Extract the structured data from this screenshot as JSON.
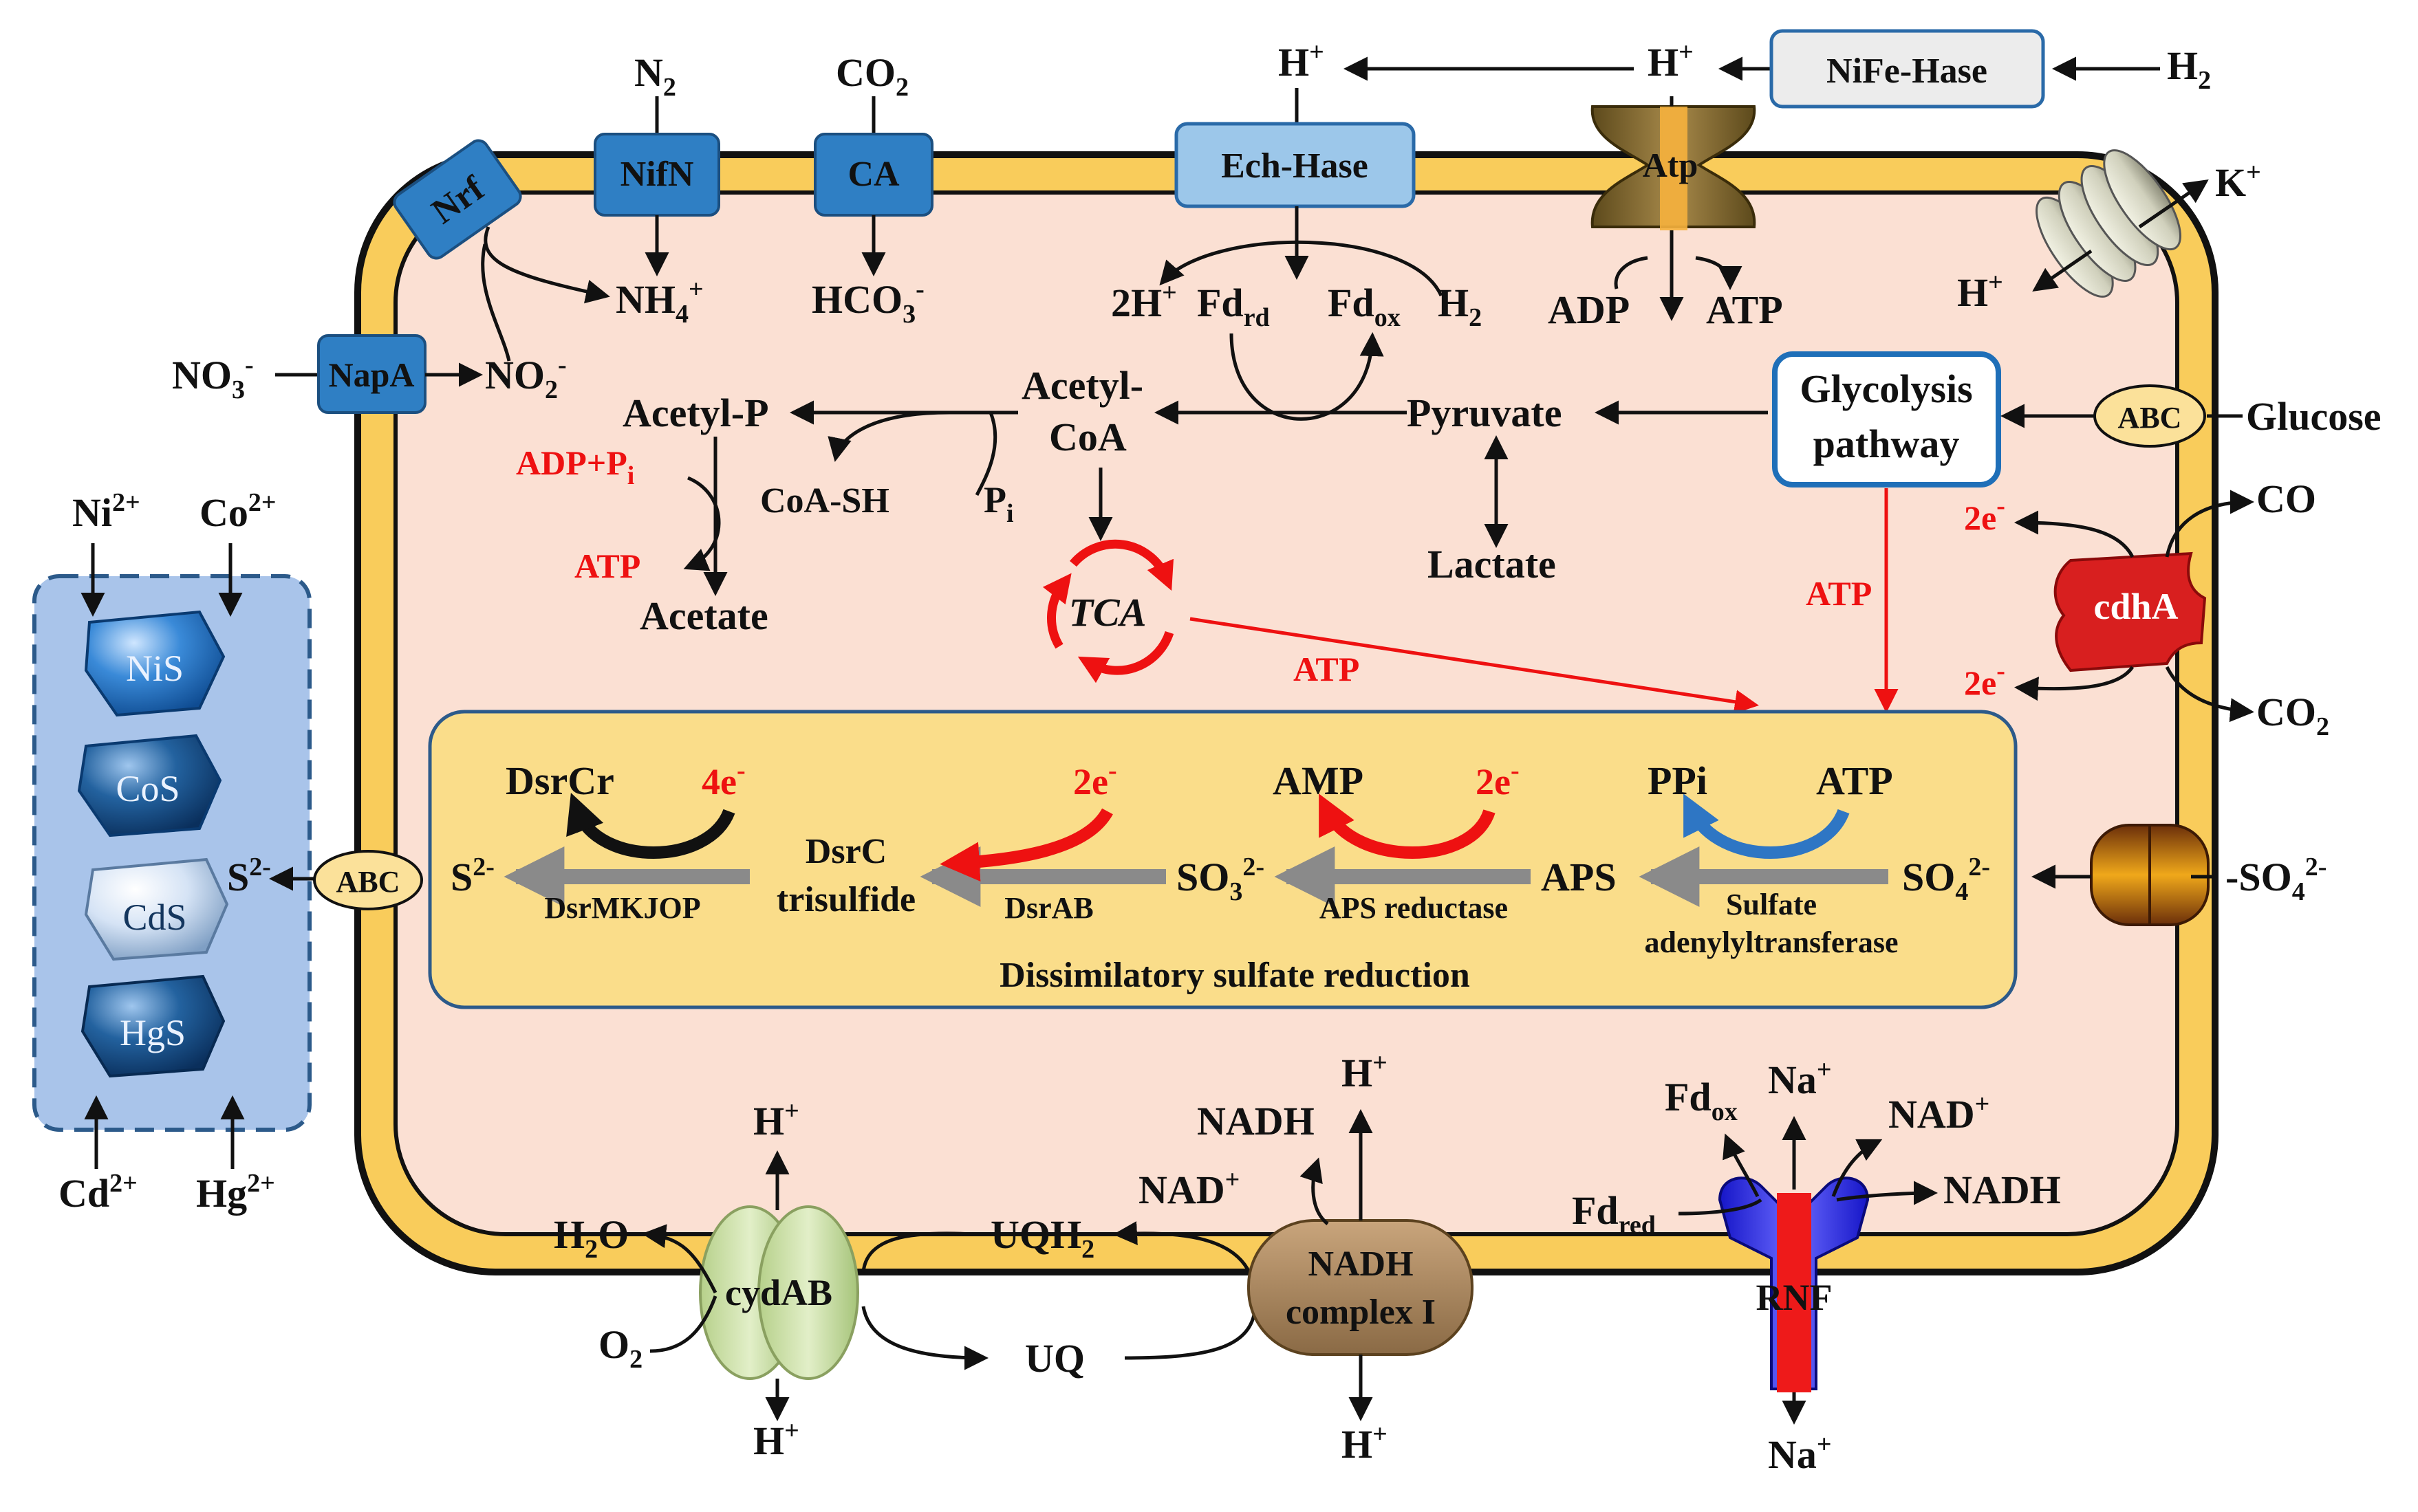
{
  "colors": {
    "cytoplasm": "#fbe0d3",
    "membrane": "#f9cc5b",
    "membrane_edge": "#111111",
    "enzyme_blue": "#2f7fc4",
    "light_blue": "#9cc7ea",
    "dsr_box": "#fadd8a",
    "precip_panel": "#a9c4ea",
    "red": "#ee1111",
    "gray_arrow": "#8a8a8a"
  },
  "enzymes": {
    "nrf": "Nrf",
    "nifn": "NifN",
    "ca": "CA",
    "napa": "NapA",
    "ech": "Ech-Hase",
    "nife": "NiFe-Hase",
    "atp": "Atp",
    "abc_glucose": "ABC",
    "abc_sulfide": "ABC",
    "cdha": "cdhA",
    "cydab": "cydAB",
    "nadh_l1": "NADH",
    "nadh_l2": "complex I",
    "rnf": "RNF"
  },
  "labels": {
    "n2": "N",
    "n2_sub": "2",
    "co2_top": "CO",
    "co2_top_sub": "2",
    "h_top1": "H",
    "h_top1_sup": "+",
    "h_top2": "H",
    "h_top2_sup": "+",
    "h2_top": "H",
    "h2_top_sub": "2",
    "k": "K",
    "k_sup": "+",
    "h_k": "H",
    "h_k_sup": "+",
    "nh4": "NH",
    "nh4_sub": "4",
    "nh4_sup": "+",
    "hco3": "HCO",
    "hco3_sub": "3",
    "hco3_sup": "-",
    "two_h": "2H",
    "two_h_sup": "+",
    "fd_rd": "Fd",
    "fd_rd_sub": "rd",
    "fd_ox": "Fd",
    "fd_ox_sub": "ox",
    "h2_in": "H",
    "h2_in_sub": "2",
    "adp": "ADP",
    "atp_atp": "ATP",
    "no3": "NO",
    "no3_sub": "3",
    "no3_sup": "-",
    "no2": "NO",
    "no2_sub": "2",
    "no2_sup": "-",
    "acetyl_p": "Acetyl-P",
    "acetyl_coa1": "Acetyl-",
    "acetyl_coa2": "CoA",
    "pyruvate": "Pyruvate",
    "glycolysis1": "Glycolysis",
    "glycolysis2": "pathway",
    "glucose": "Glucose",
    "adp_pi": "ADP+P",
    "adp_pi_sub": "i",
    "coash": "CoA-SH",
    "pi": "P",
    "pi_sub": "i",
    "atp_red1": "ATP",
    "acetate": "Acetate",
    "tca": "TCA",
    "lactate": "Lactate",
    "atp_red2": "ATP",
    "atp_red3": "ATP",
    "e_co": "2e",
    "e_co_sup": "-",
    "co": "CO",
    "e_co2": "2e",
    "e_co2_sup": "-",
    "co2_out": "CO",
    "co2_out_sub": "2",
    "ni": "Ni",
    "ni_sup": "2+",
    "co_ion": "Co",
    "co_ion_sup": "2+",
    "cd": "Cd",
    "cd_sup": "2+",
    "hg": "Hg",
    "hg_sup": "2+",
    "nis": "NiS",
    "cos": "CoS",
    "cds": "CdS",
    "hgs": "HgS",
    "s2_out": "S",
    "s2_out_sup": "2-",
    "s2_in": "S",
    "s2_in_sup": "2-",
    "dsrcr": "DsrCr",
    "four_e": "4e",
    "four_e_sup": "-",
    "dsrmkjop": "DsrMKJOP",
    "dsrc1": "DsrC",
    "dsrc2": "trisulfide",
    "two_e1": "2e",
    "two_e1_sup": "-",
    "dsrab": "DsrAB",
    "so3": "SO",
    "so3_sub": "3",
    "so3_sup": "2-",
    "amp": "AMP",
    "two_e2": "2e",
    "two_e2_sup": "-",
    "aps_red": "APS reductase",
    "aps": "APS",
    "ppi": "PPi",
    "atp_so4": "ATP",
    "sat1": "Sulfate",
    "sat2": "adenylyltransferase",
    "so4_in": "SO",
    "so4_in_sub": "4",
    "so4_in_sup": "2-",
    "so4_out": "-SO",
    "so4_out_sub": "4",
    "so4_out_sup": "2-",
    "dsr_title": "Dissimilatory sulfate reduction",
    "h_cyd_top": "H",
    "h_cyd_top_sup": "+",
    "h_cyd_bot": "H",
    "h_cyd_bot_sup": "+",
    "h2o": "H",
    "h2o_sub": "2",
    "h2o_o": "O",
    "o2": "O",
    "o2_sub": "2",
    "uqh2": "UQH",
    "uqh2_sub": "2",
    "uq": "UQ",
    "nadh_bot": "NADH",
    "nad_bot": "NAD",
    "nad_bot_sup": "+",
    "h_nadh_top": "H",
    "h_nadh_top_sup": "+",
    "h_nadh_bot": "H",
    "h_nadh_bot_sup": "+",
    "fdox_rnf": "Fd",
    "fdox_rnf_sub": "ox",
    "na_top": "Na",
    "na_top_sup": "+",
    "nad_rnf": "NAD",
    "nad_rnf_sup": "+",
    "nadh_rnf": "NADH",
    "fdred_rnf": "Fd",
    "fdred_rnf_sub": "red",
    "na_bot": "Na",
    "na_bot_sup": "+"
  }
}
